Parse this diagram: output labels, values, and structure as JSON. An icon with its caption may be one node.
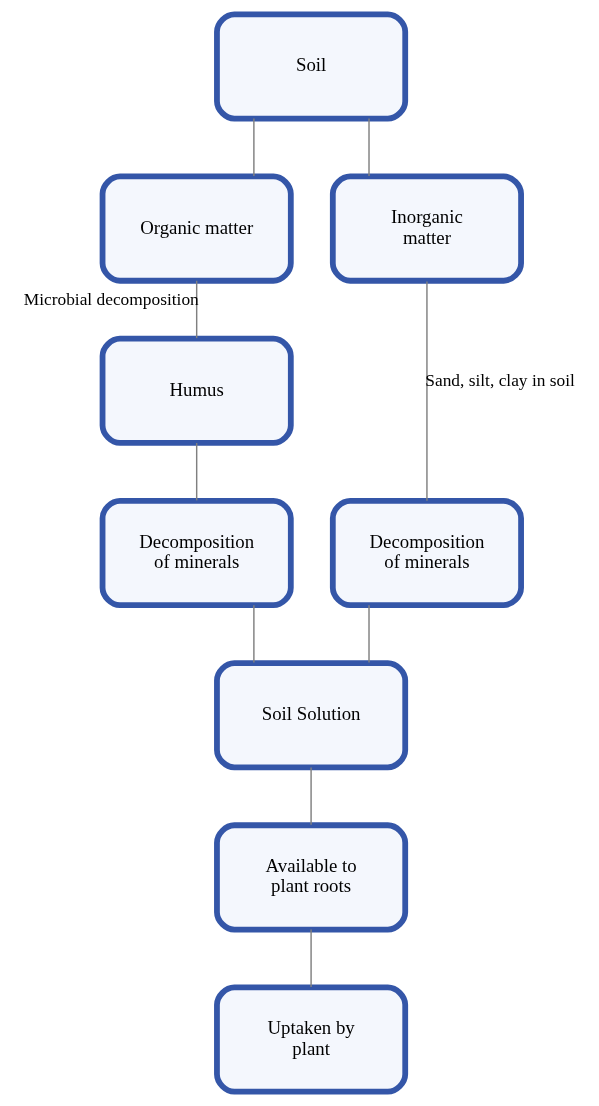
{
  "diagram": {
    "nodes": [
      {
        "text": [
          "Soil"
        ]
      },
      {
        "text": [
          "Organic matter"
        ]
      },
      {
        "text": [
          "Inorganic matter"
        ]
      },
      {
        "text": [
          "Humus"
        ]
      },
      {
        "text": [
          "Decomposition of minerals"
        ]
      },
      {
        "text": [
          "Decomposition of minerals"
        ]
      },
      {
        "text": [
          "Soil Solution"
        ]
      },
      {
        "text": [
          "Available to plant roots"
        ]
      },
      {
        "text": [
          "Uptaken by plant"
        ]
      }
    ],
    "edges": [
      {
        "from": 0,
        "to": 1,
        "arrow": "none"
      },
      {
        "from": 0,
        "to": 2,
        "arrow": "none"
      },
      {
        "from": 1,
        "to": 3,
        "arrow": "none",
        "label": "Microbial decomposition"
      },
      {
        "from": 3,
        "to": 4,
        "arrow": "none"
      },
      {
        "from": 2,
        "to": 5,
        "arrow": "none",
        "label": "Sand, silt, clay in soil"
      },
      {
        "from": 4,
        "to": 6,
        "arrow": "none"
      },
      {
        "from": 5,
        "to": 6,
        "arrow": "none"
      },
      {
        "from": 6,
        "to": 7,
        "arrow": "none"
      },
      {
        "from": 7,
        "to": 8,
        "arrow": "none"
      }
    ]
  }
}
